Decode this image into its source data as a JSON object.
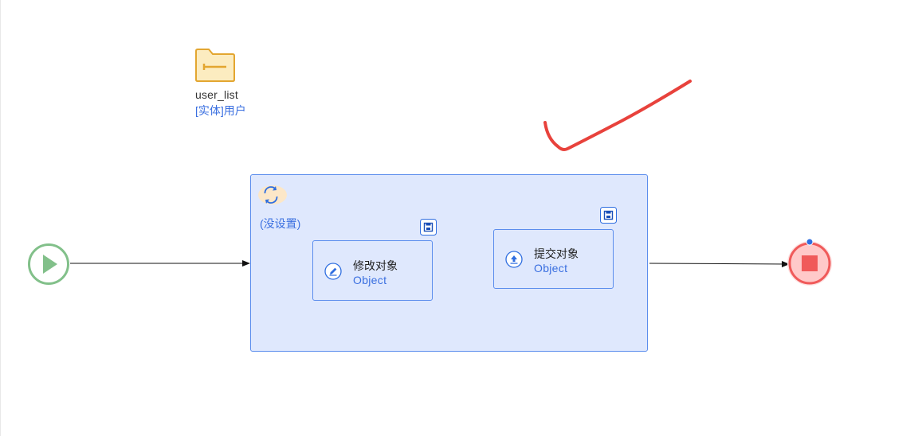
{
  "variable": {
    "name": "user_list",
    "type": "[实体]用户",
    "icon": "folder-icon"
  },
  "loop": {
    "label": "(没设置)",
    "icon": "loop-refresh-icon"
  },
  "tasks": [
    {
      "title": "修改对象",
      "subtitle": "Object",
      "icon": "edit-pen-icon"
    },
    {
      "title": "提交对象",
      "subtitle": "Object",
      "icon": "upload-icon"
    }
  ],
  "colors": {
    "start": "#82c08a",
    "end": "#f05a5a",
    "task_fill": "#dfe8fd",
    "task_border": "#5b8ded",
    "link_text": "#3a6fe0",
    "folder_fill": "#fcecc0",
    "folder_stroke": "#e3a630",
    "annotation": "#e8423c"
  }
}
